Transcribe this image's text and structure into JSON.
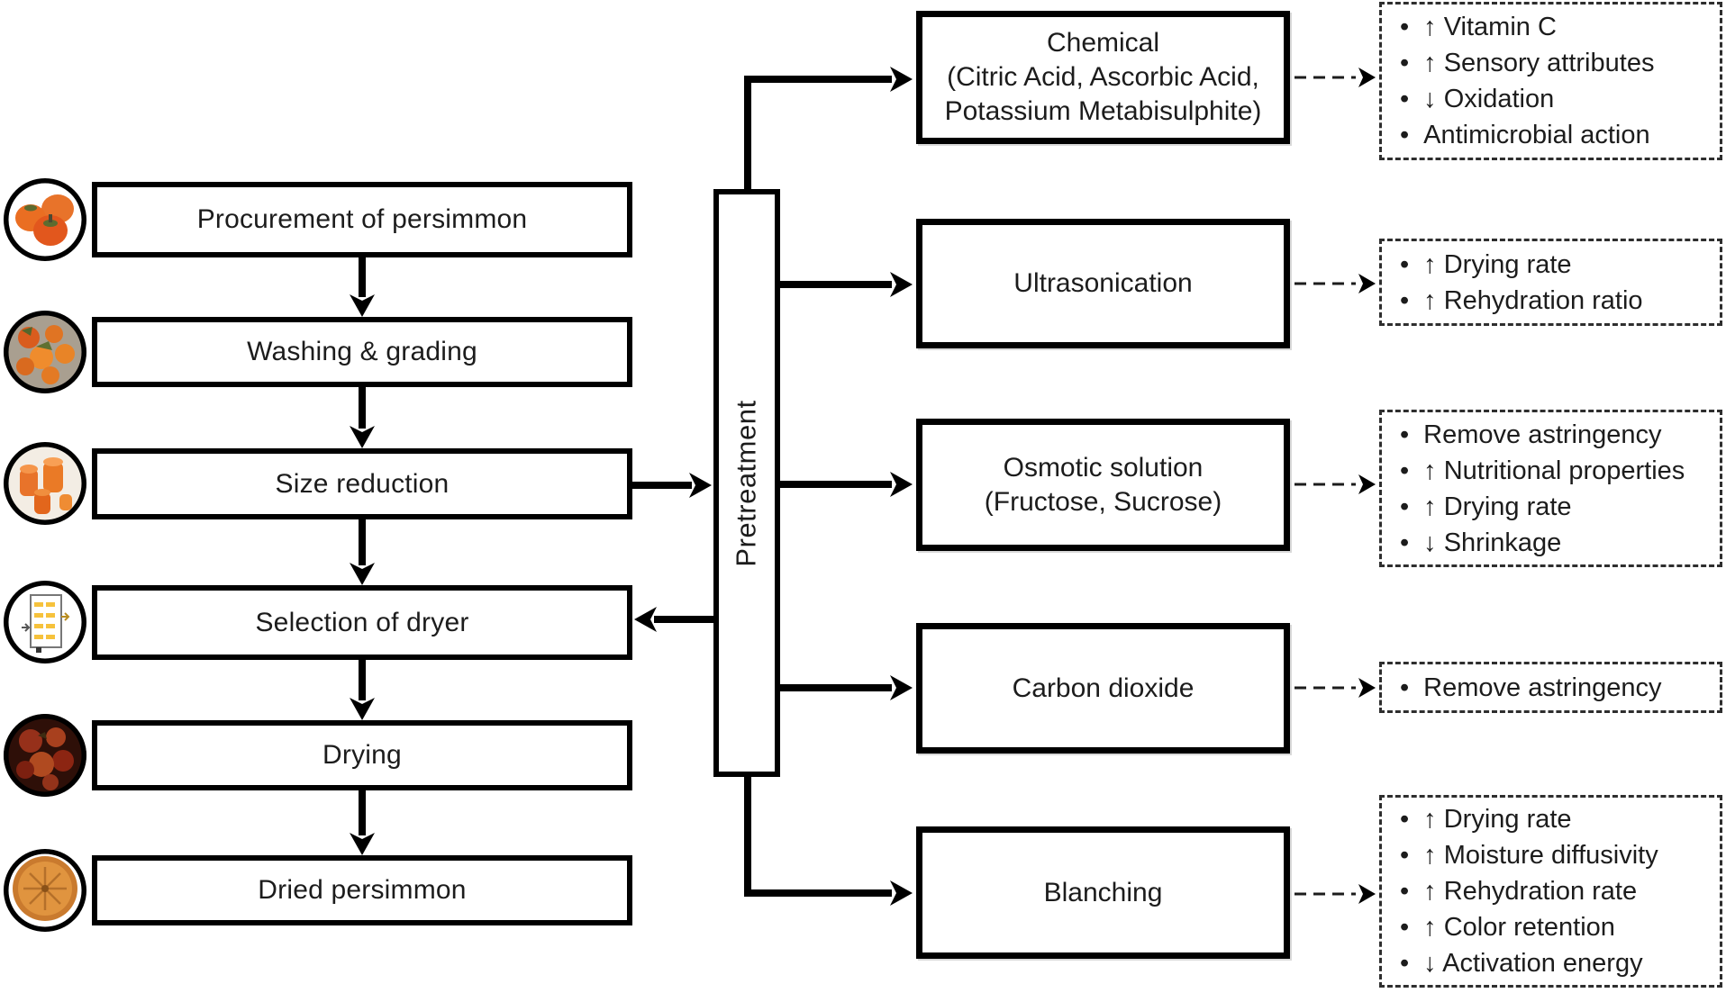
{
  "figure": {
    "colors": {
      "line": "#000000",
      "background": "#ffffff",
      "persimmon_orange": "#e8732a",
      "persimmon_deep": "#c4501e",
      "calyx_green": "#5d6b2f",
      "drying_dark": "#7c2512",
      "tray_yellow": "#f6c23c"
    },
    "steps": [
      {
        "label": "Procurement of persimmon",
        "icon": "fresh-persimmons-photo-icon"
      },
      {
        "label": "Washing & grading",
        "icon": "washing-grading-photo-icon"
      },
      {
        "label": "Size reduction",
        "icon": "persimmon-slices-photo-icon"
      },
      {
        "label": "Selection of dryer",
        "icon": "dryer-schematic-icon"
      },
      {
        "label": "Drying",
        "icon": "drying-persimmons-photo-icon"
      },
      {
        "label": "Dried persimmon",
        "icon": "dried-persimmon-slice-photo-icon"
      }
    ],
    "hub_label": "Pretreatment",
    "branches": [
      {
        "method": "Chemical\n(Citric Acid, Ascorbic Acid,\nPotassium Metabisulphite)",
        "effects": [
          "↑ Vitamin C",
          "↑ Sensory attributes",
          "↓ Oxidation",
          "Antimicrobial action"
        ]
      },
      {
        "method": "Ultrasonication",
        "effects": [
          "↑ Drying rate",
          "↑ Rehydration ratio"
        ]
      },
      {
        "method": "Osmotic solution\n(Fructose, Sucrose)",
        "effects": [
          "Remove astringency",
          "↑ Nutritional properties",
          "↑ Drying rate",
          "↓ Shrinkage"
        ]
      },
      {
        "method": "Carbon dioxide",
        "effects": [
          "Remove astringency"
        ]
      },
      {
        "method": "Blanching",
        "effects": [
          "↑ Drying rate",
          "↑ Moisture diffusivity",
          "↑ Rehydration rate",
          "↑ Color retention",
          "↓ Activation energy"
        ]
      }
    ]
  }
}
